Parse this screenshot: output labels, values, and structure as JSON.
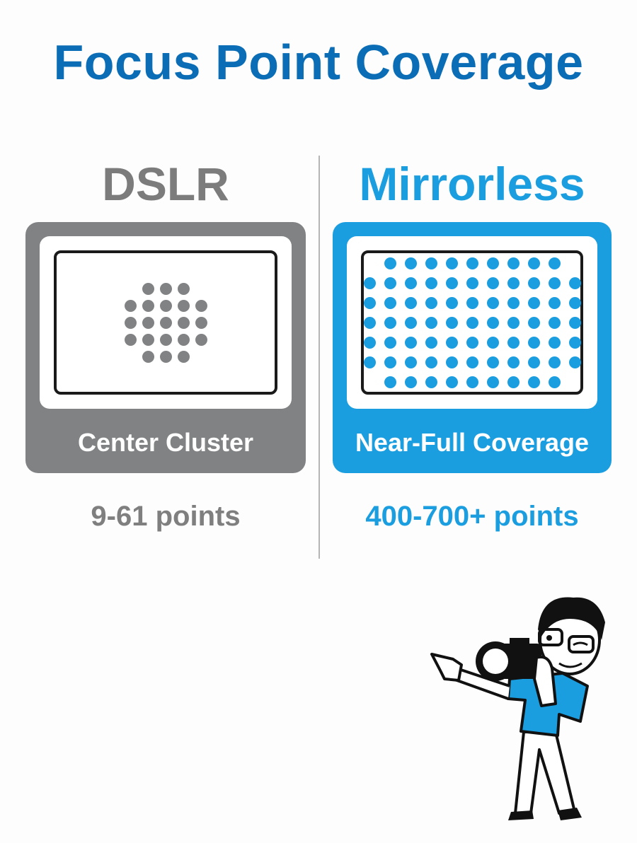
{
  "title": "Focus Point Coverage",
  "colors": {
    "title": "#0b6db5",
    "dslr": "#818283",
    "mirrorless": "#1b9ee0",
    "frame": "#1a1a1a"
  },
  "columns": [
    {
      "heading": "DSLR",
      "panel_label": "Center Cluster",
      "points_text": "9-61 points",
      "dot_rows": [
        3,
        5,
        5,
        5,
        3
      ]
    },
    {
      "heading": "Mirrorless",
      "panel_label": "Near-Full Coverage",
      "points_text": "400-700+ points",
      "dot_rows": [
        9,
        11,
        11,
        11,
        11,
        11,
        9
      ]
    }
  ],
  "mascot": {
    "icon": "photographer-mascot-icon",
    "description": "Cartoon photographer with glasses holding a camera and pointing left"
  },
  "chart_data": {
    "type": "table",
    "title": "Focus Point Coverage",
    "categories": [
      "DSLR",
      "Mirrorless"
    ],
    "coverage": [
      "Center Cluster",
      "Near-Full Coverage"
    ],
    "points": [
      "9-61 points",
      "400-700+ points"
    ],
    "illustrated_dots": [
      21,
      73
    ]
  }
}
